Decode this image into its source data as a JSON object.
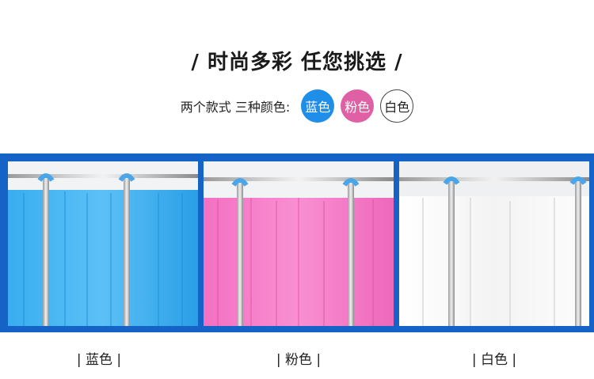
{
  "headline": "/ 时尚多彩 任您挑选 /",
  "colors": {
    "label": "两个款式 三种颜色:",
    "options": [
      {
        "label": "蓝色",
        "color": "#1f8ee8"
      },
      {
        "label": "粉色",
        "color": "#e060a6"
      },
      {
        "label": "白色",
        "color": "#ffffff"
      }
    ]
  },
  "products": [
    {
      "caption": "| 蓝色 |",
      "curtain_color": "#2aa3ec"
    },
    {
      "caption": "| 粉色 |",
      "curtain_color": "#f47cc7"
    },
    {
      "caption": "| 白色 |",
      "curtain_color": "#f7f7f7"
    }
  ],
  "band_color": "#1563c7"
}
